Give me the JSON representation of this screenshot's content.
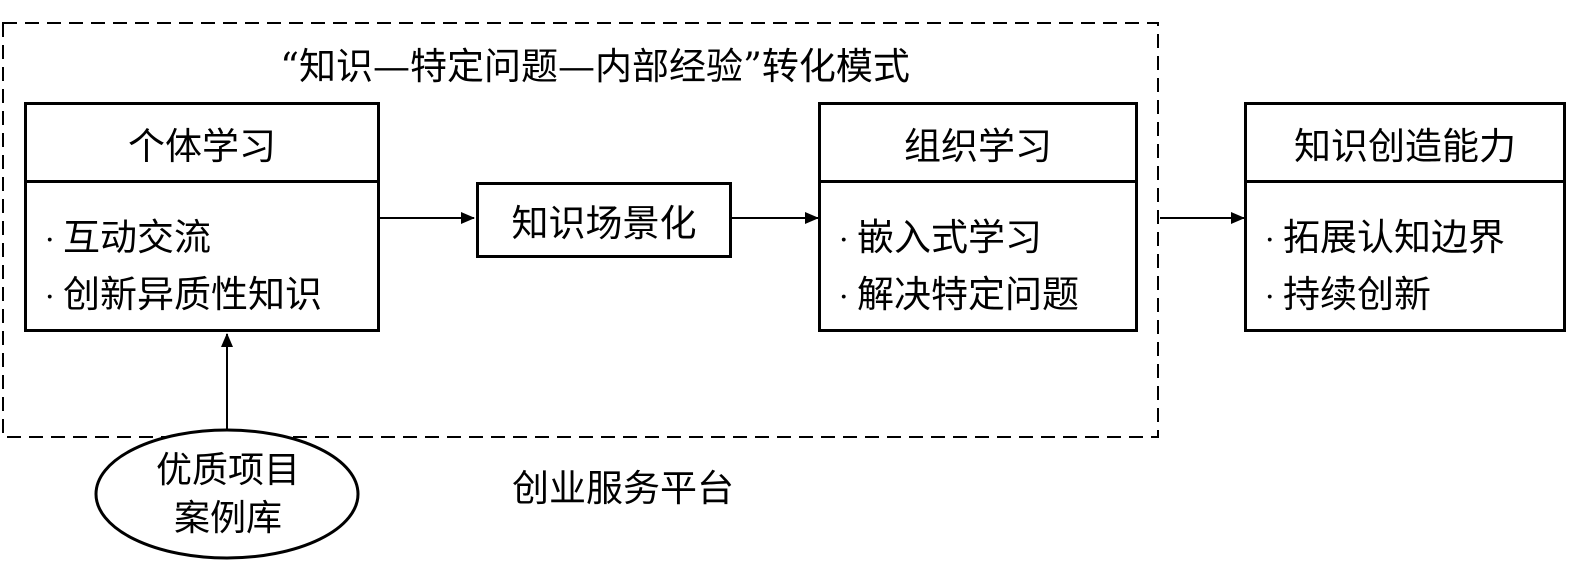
{
  "frame": {
    "title": "“知识—特定问题—内部经验”转化模式"
  },
  "individual_learning": {
    "title": "个体学习",
    "bullets": [
      "互动交流",
      "创新异质性知识"
    ]
  },
  "knowledge_scenario": {
    "label": "知识场景化"
  },
  "organizational_learning": {
    "title": "组织学习",
    "bullets": [
      "嵌入式学习",
      "解决特定问题"
    ]
  },
  "knowledge_creation": {
    "title": "知识创造能力",
    "bullets": [
      "拓展认知边界",
      "持续创新"
    ]
  },
  "case_library": {
    "line1": "优质项目",
    "line2": "案例库"
  },
  "platform": {
    "label": "创业服务平台"
  }
}
